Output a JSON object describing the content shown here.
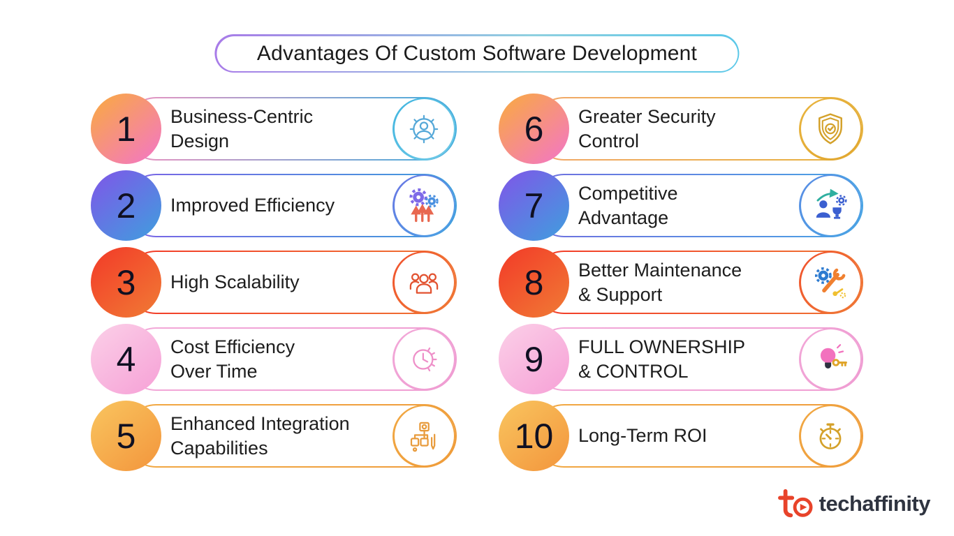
{
  "title": "Advantages Of Custom Software Development",
  "items": [
    {
      "number": "1",
      "label": "Business-Centric\nDesign",
      "icon": "gear-person-icon",
      "accent": "#43AEDD"
    },
    {
      "number": "2",
      "label": "Improved Efficiency",
      "icon": "gears-growth-icon",
      "accent": "#6A74E4"
    },
    {
      "number": "3",
      "label": "High Scalability",
      "icon": "team-icon",
      "accent": "#F0502C"
    },
    {
      "number": "4",
      "label": "Cost Efficiency\nOver Time",
      "icon": "time-cost-icon",
      "accent": "#F2A8D8"
    },
    {
      "number": "5",
      "label": "Enhanced Integration\nCapabilities",
      "icon": "integration-icon",
      "accent": "#F1A843"
    },
    {
      "number": "6",
      "label": "Greater Security\nControl",
      "icon": "shield-check-icon",
      "accent": "#E0A52E"
    },
    {
      "number": "7",
      "label": "Competitive\nAdvantage",
      "icon": "competitive-icon",
      "accent": "#49A4E4"
    },
    {
      "number": "8",
      "label": "Better Maintenance\n& Support",
      "icon": "maintenance-icon",
      "accent": "#F0502C"
    },
    {
      "number": "9",
      "label": "FULL OWNERSHIP\n& CONTROL",
      "icon": "bulb-key-icon",
      "accent": "#F2A8D8"
    },
    {
      "number": "10",
      "label": "Long-Term ROI",
      "icon": "stopwatch-icon",
      "accent": "#F1A843"
    }
  ],
  "logo": {
    "brand": "techaffinity",
    "icon": "techaffinity-ta-icon",
    "color": "#E8432A"
  }
}
